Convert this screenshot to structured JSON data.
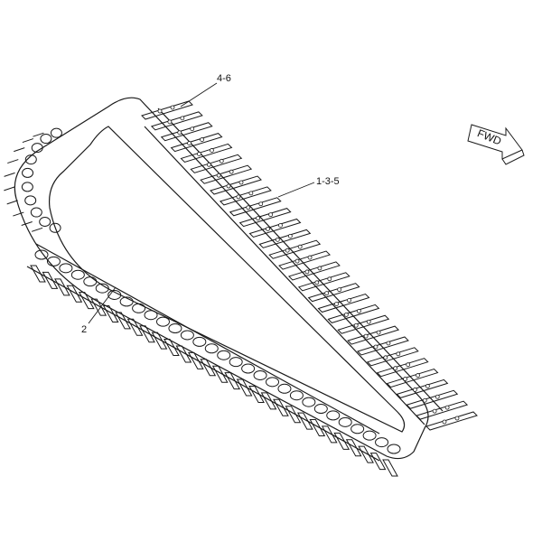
{
  "callouts": {
    "c1": "4-6",
    "c2": "1-3-5",
    "c3": "2"
  },
  "direction_label": "FWD",
  "colors": {
    "line": "#1a1a1a",
    "background": "#ffffff"
  }
}
